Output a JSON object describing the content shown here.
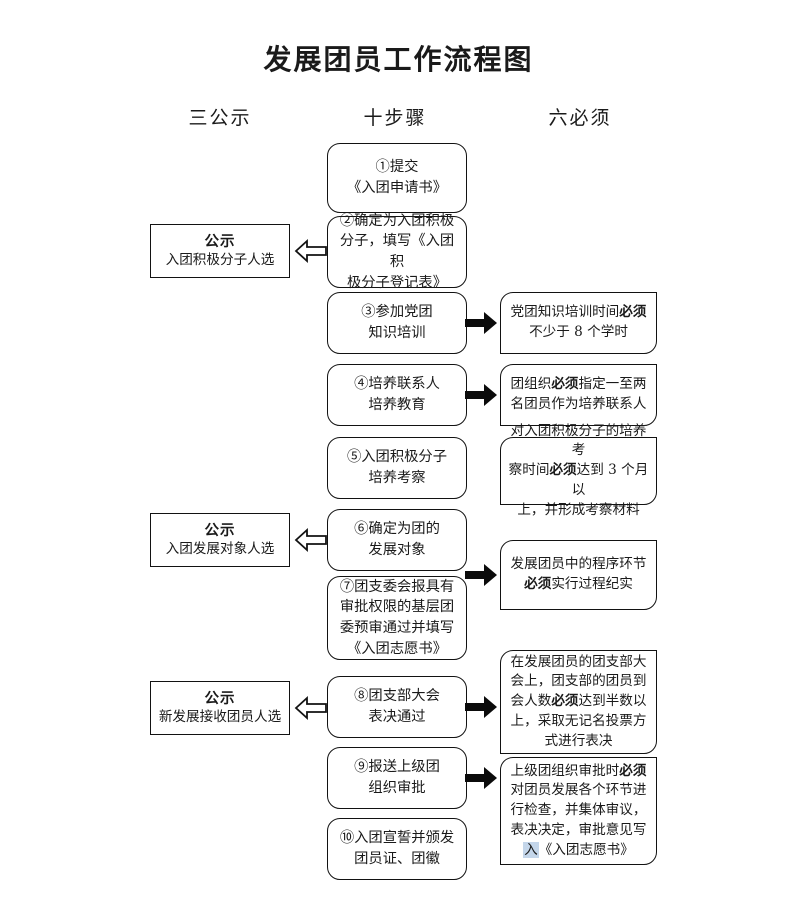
{
  "title": "发展团员工作流程图",
  "columns": {
    "left_header": "三公示",
    "center_header": "十步骤",
    "right_header": "六必须"
  },
  "steps": [
    {
      "id": "step-1",
      "line1": "①提交",
      "line2": "《入团申请书》",
      "line3": "",
      "line4": ""
    },
    {
      "id": "step-2",
      "line1": "②确定为入团积极",
      "line2": "分子，填写《入团积",
      "line3": "极分子登记表》",
      "line4": ""
    },
    {
      "id": "step-3",
      "line1": "③参加党团",
      "line2": "知识培训",
      "line3": "",
      "line4": ""
    },
    {
      "id": "step-4",
      "line1": "④培养联系人",
      "line2": "培养教育",
      "line3": "",
      "line4": ""
    },
    {
      "id": "step-5",
      "line1": "⑤入团积极分子",
      "line2": "培养考察",
      "line3": "",
      "line4": ""
    },
    {
      "id": "step-6",
      "line1": "⑥确定为团的",
      "line2": "发展对象",
      "line3": "",
      "line4": ""
    },
    {
      "id": "step-7",
      "line1": "⑦团支委会报具有",
      "line2": "审批权限的基层团",
      "line3": "委预审通过并填写",
      "line4": "《入团志愿书》"
    },
    {
      "id": "step-8",
      "line1": "⑧团支部大会",
      "line2": "表决通过",
      "line3": "",
      "line4": ""
    },
    {
      "id": "step-9",
      "line1": "⑨报送上级团",
      "line2": "组织审批",
      "line3": "",
      "line4": ""
    },
    {
      "id": "step-10",
      "line1": "⑩入团宣誓并颁发",
      "line2": "团员证、团徽",
      "line3": "",
      "line4": ""
    }
  ],
  "notices": [
    {
      "id": "notice-1",
      "title": "公示",
      "subject": "入团积极分子人选"
    },
    {
      "id": "notice-2",
      "title": "公示",
      "subject": "入团发展对象人选"
    },
    {
      "id": "notice-3",
      "title": "公示",
      "subject": "新发展接收团员人选"
    }
  ],
  "requirements": [
    {
      "id": "req-1",
      "lines": [
        [
          {
            "t": "党团知识培训时间",
            "b": false
          },
          {
            "t": "必须",
            "b": true
          }
        ],
        [
          {
            "t": "不少于 8 个学时",
            "b": false
          }
        ]
      ]
    },
    {
      "id": "req-2",
      "lines": [
        [
          {
            "t": "团组织",
            "b": false
          },
          {
            "t": "必须",
            "b": true
          },
          {
            "t": "指定一至两",
            "b": false
          }
        ],
        [
          {
            "t": "名团员作为培养联系人",
            "b": false
          }
        ]
      ]
    },
    {
      "id": "req-3",
      "lines": [
        [
          {
            "t": "对入团积极分子的培养考",
            "b": false
          }
        ],
        [
          {
            "t": "察时间",
            "b": false
          },
          {
            "t": "必须",
            "b": true
          },
          {
            "t": "达到 3 个月以",
            "b": false
          }
        ],
        [
          {
            "t": "上，并形成考察材料",
            "b": false
          }
        ]
      ]
    },
    {
      "id": "req-4",
      "lines": [
        [
          {
            "t": "发展团员中的程序环节",
            "b": false
          }
        ],
        [
          {
            "t": "必须",
            "b": true
          },
          {
            "t": "实行过程纪实",
            "b": false
          }
        ]
      ]
    },
    {
      "id": "req-5",
      "lines": [
        [
          {
            "t": "在发展团员的团支部大",
            "b": false
          }
        ],
        [
          {
            "t": "会上，团支部的团员到",
            "b": false
          }
        ],
        [
          {
            "t": "会人数",
            "b": false
          },
          {
            "t": "必须",
            "b": true
          },
          {
            "t": "达到半数以",
            "b": false
          }
        ],
        [
          {
            "t": "上，采取无记名投票方",
            "b": false
          }
        ],
        [
          {
            "t": "式进行表决",
            "b": false
          }
        ]
      ]
    },
    {
      "id": "req-6",
      "lines": [
        [
          {
            "t": "上级团组织审批时",
            "b": false
          },
          {
            "t": "必须",
            "b": true
          }
        ],
        [
          {
            "t": "对团员发展各个环节进",
            "b": false
          }
        ],
        [
          {
            "t": "行检查，并集体审议，",
            "b": false
          }
        ],
        [
          {
            "t": "表决决定，审批意见写",
            "b": false
          }
        ],
        [
          {
            "t": "入",
            "b": false,
            "hl": true
          },
          {
            "t": "《入团志愿书》",
            "b": false
          }
        ]
      ]
    }
  ],
  "colors": {
    "line": "#121212",
    "background": "#ffffff",
    "highlight": "#c4d6ea"
  }
}
